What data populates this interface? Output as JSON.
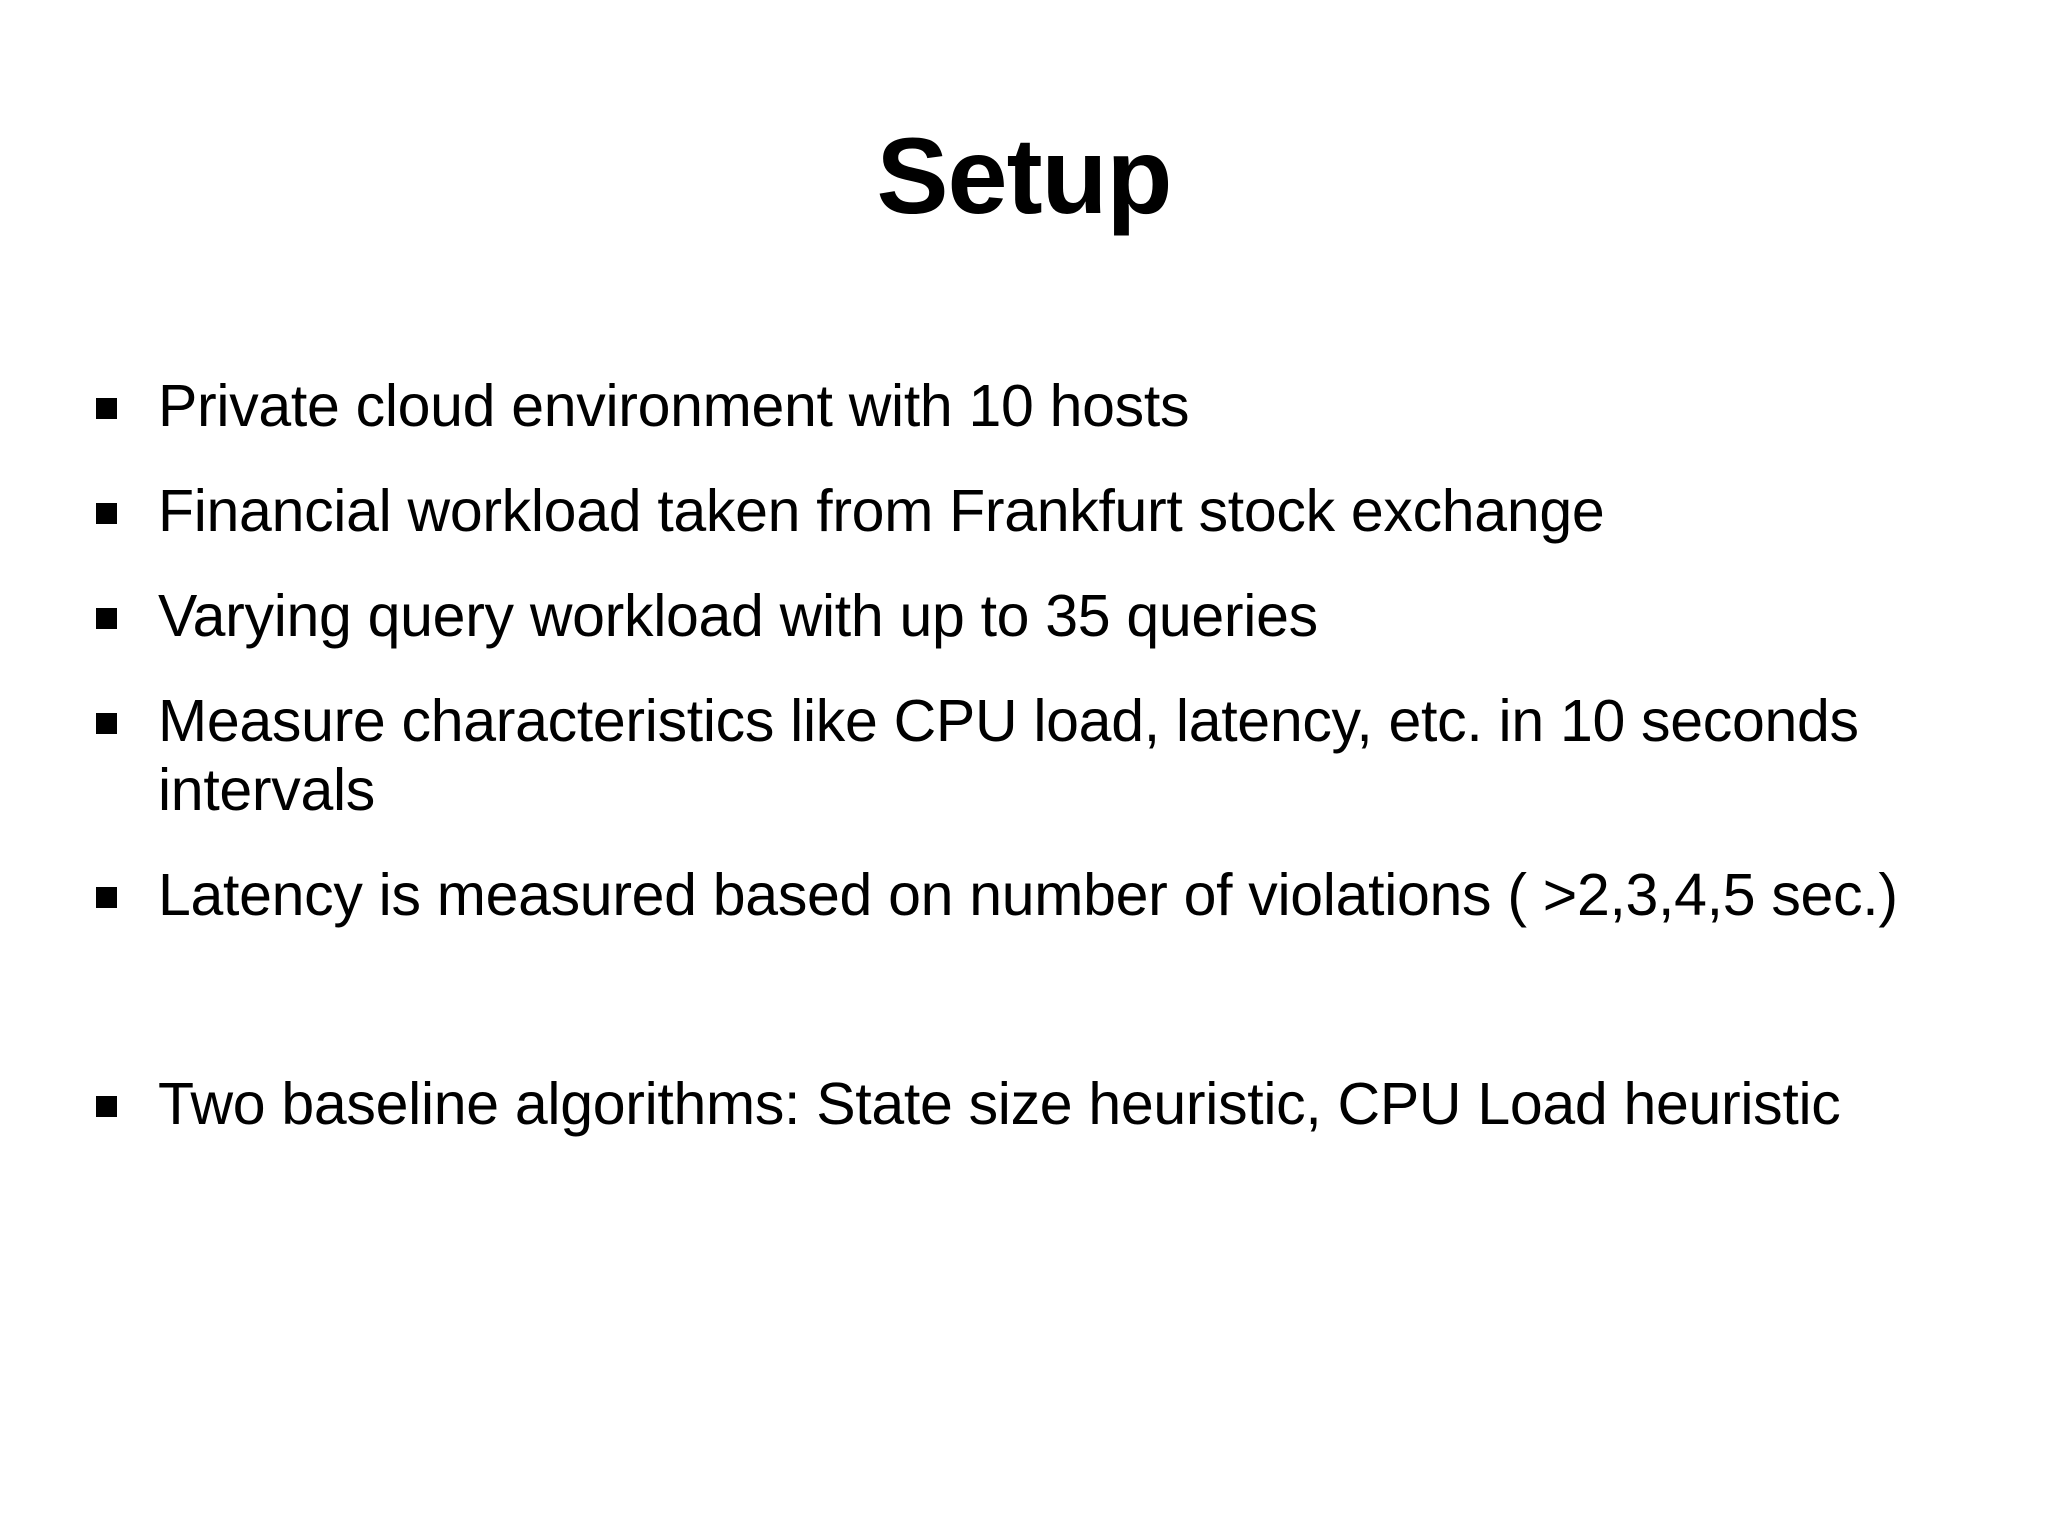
{
  "slide": {
    "title": "Setup",
    "background_color": "#ffffff",
    "text_color": "#000000",
    "bullet_glyph": "filled-square",
    "bullets": [
      {
        "text": "Private cloud environment with 10 hosts"
      },
      {
        "text": "Financial workload taken from Frankfurt stock exchange"
      },
      {
        "text": "Varying query workload with up to 35 queries"
      },
      {
        "text": "Measure characteristics like CPU load, latency, etc. in 10 seconds intervals"
      },
      {
        "text": "Latency is measured based on number of violations ( >2,3,4,5 sec.)"
      },
      {
        "text": "Two baseline algorithms: State size heuristic, CPU Load heuristic"
      }
    ]
  }
}
